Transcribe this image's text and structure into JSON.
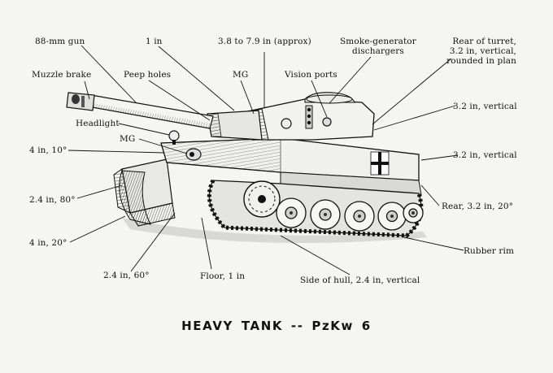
{
  "caption": "HEAVY TANK -- PzKw 6",
  "labels": {
    "gun": "88-mm gun",
    "turret_front_1in": "1 in",
    "turret_top": "3.8 to 7.9 in (approx)",
    "smoke": [
      "Smoke-generator",
      "dischargers"
    ],
    "turret_rear": [
      "Rear of turret,",
      "3.2 in, vertical,",
      "rounded in plan"
    ],
    "muzzle_brake": "Muzzle brake",
    "peep_holes": "Peep holes",
    "mg_turret": "MG",
    "vision_ports": "Vision ports",
    "turret_side": "3.2 in, vertical",
    "headlight": "Headlight",
    "mg_hull": "MG",
    "hull_side_upper": "3.2 in, vertical",
    "front_upper": "4 in, 10°",
    "front_glacis": "2.4 in, 80°",
    "rear": "Rear, 3.2 in, 20°",
    "front_lower": "4 in, 20°",
    "rubber_rim": "Rubber rim",
    "lower_nose": "2.4 in, 60°",
    "floor": "Floor, 1 in",
    "hull_side": "Side of hull, 2.4 in, vertical"
  }
}
